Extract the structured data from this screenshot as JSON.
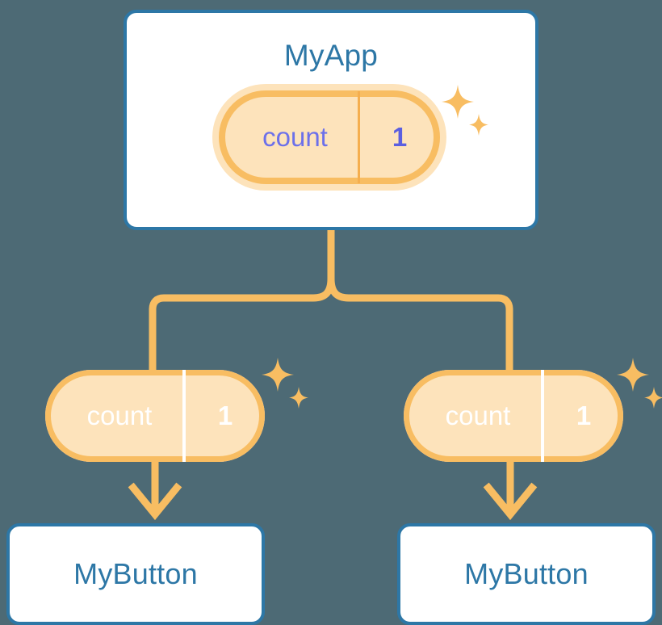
{
  "diagram": {
    "background_color": "#4d6a75",
    "accent_orange": "#f8bd62",
    "accent_orange_soft": "#fde3bb",
    "accent_blue": "#2d77a6",
    "accent_purple": "#5a67d8",
    "purple_text": "#6c70ea"
  },
  "root": {
    "title": "MyApp",
    "state": {
      "key": "count",
      "value": "1"
    }
  },
  "branches": [
    {
      "side": "left",
      "state": {
        "key": "count",
        "value": "1"
      },
      "title": "MyButton"
    },
    {
      "side": "right",
      "state": {
        "key": "count",
        "value": "1"
      },
      "title": "MyButton"
    }
  ],
  "icons": {
    "sparkle": "sparkle-icon",
    "arrow_down": "arrow-down-icon"
  }
}
